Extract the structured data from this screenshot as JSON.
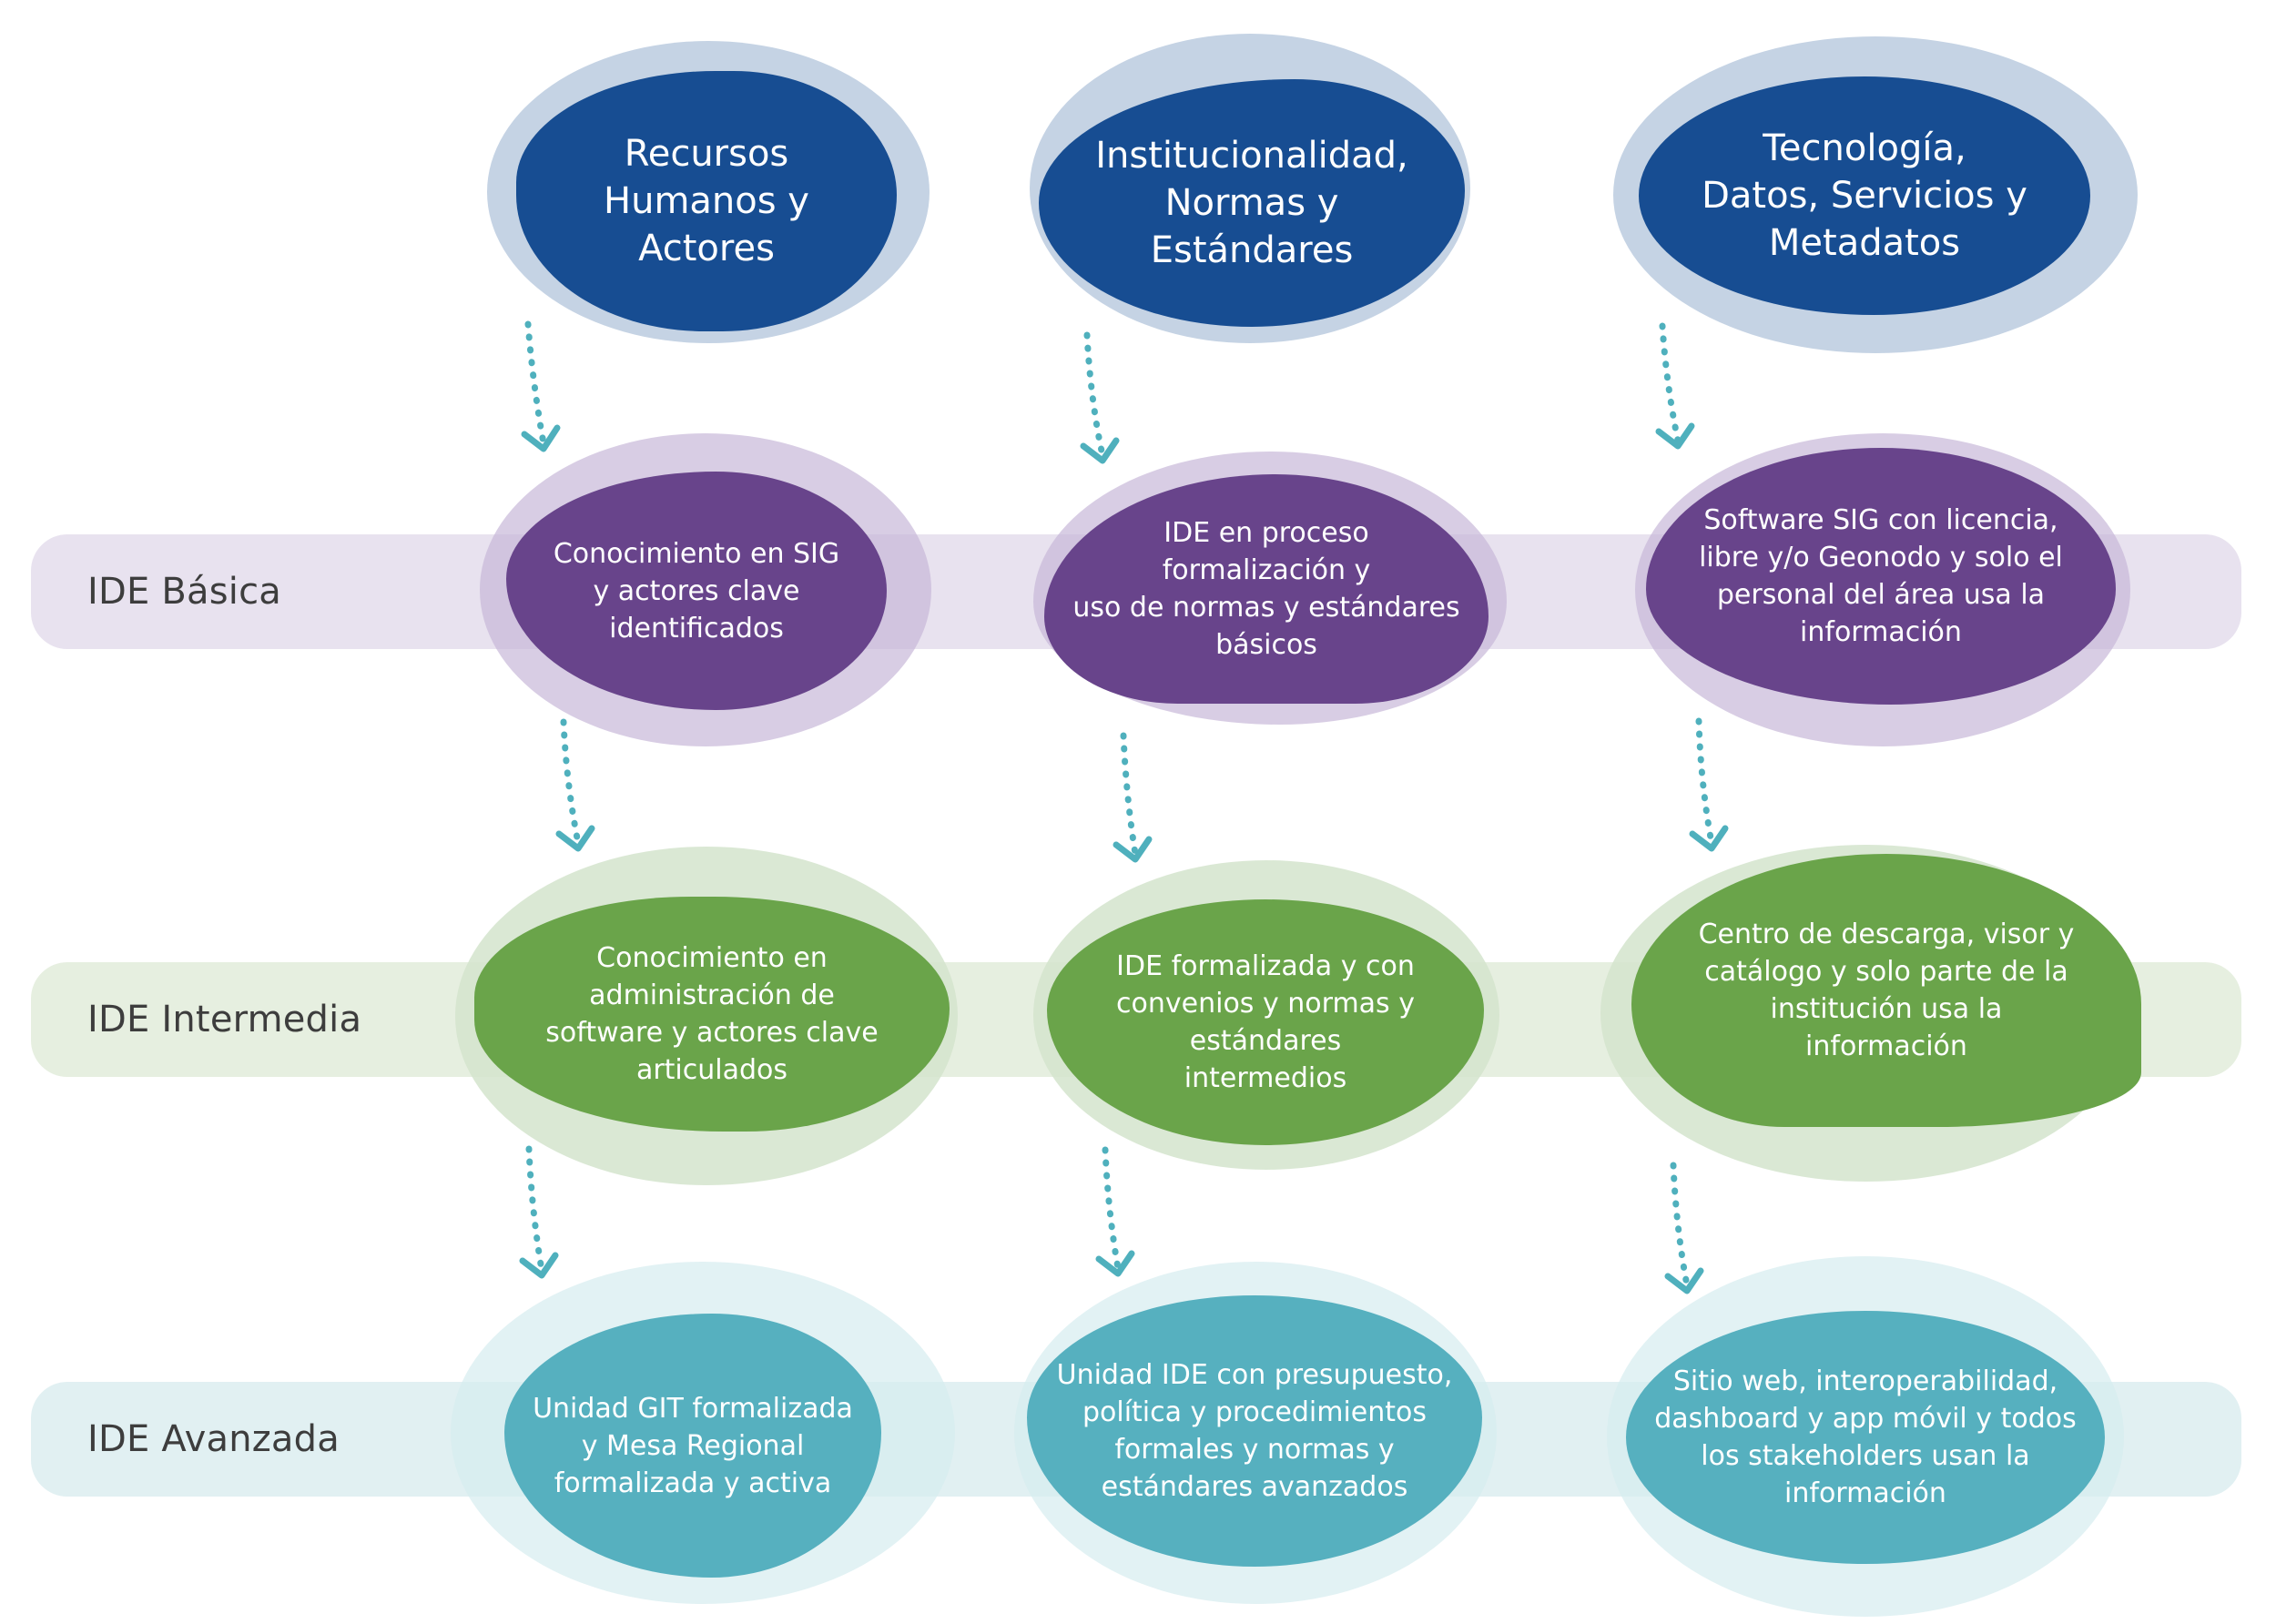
{
  "colors": {
    "header_fill": "#174d92",
    "header_halo": "#c5d3e4",
    "basica_fill": "#68448b",
    "basica_halo": "#ddd3e6",
    "basica_band": "#e8e2ef",
    "intermedia_fill": "#6aa44a",
    "intermedia_halo": "#dbe8d3",
    "intermedia_band": "#e6efe0",
    "avanzada_fill": "#56b0bf",
    "avanzada_halo": "#e6f3f5",
    "avanzada_band": "#e1f0f2",
    "arrow": "#4fb0bd",
    "label_text": "#3d3d3d"
  },
  "columns": [
    {
      "id": "recursos",
      "title": "Recursos\nHumanos y\nActores"
    },
    {
      "id": "institucionalidad",
      "title": "Institucionalidad,\nNormas y\nEstándares"
    },
    {
      "id": "tecnologia",
      "title": "Tecnología,\nDatos, Servicios y\nMetadatos"
    }
  ],
  "levels": [
    {
      "id": "basica",
      "label": "IDE Básica",
      "cells": [
        "Conocimiento en SIG\ny actores clave\nidentificados",
        "IDE en proceso\nformalización y\nuso de normas y estándares\nbásicos",
        "Software SIG con licencia,\nlibre y/o Geonodo y solo el\npersonal del área usa la\ninformación"
      ]
    },
    {
      "id": "intermedia",
      "label": "IDE Intermedia",
      "cells": [
        "Conocimiento en\nadministración de\nsoftware y actores clave\narticulados",
        "IDE formalizada y con\nconvenios y normas y\nestándares\nintermedios",
        "Centro de descarga, visor y\ncatálogo y solo parte de la\ninstitución usa la\ninformación"
      ]
    },
    {
      "id": "avanzada",
      "label": "IDE Avanzada",
      "cells": [
        "Unidad GIT formalizada\ny Mesa Regional\nformalizada y activa",
        "Unidad IDE con presupuesto,\npolítica y procedimientos\nformales y normas y\nestándares avanzados",
        "Sitio web, interoperabilidad,\ndashboard y app móvil y todos\nlos stakeholders usan la\ninformación"
      ]
    }
  ],
  "connectors": [
    {
      "icon": "dotted-arrow-down-icon",
      "from": "header",
      "to": "basica"
    },
    {
      "icon": "dotted-arrow-down-icon",
      "from": "basica",
      "to": "intermedia"
    },
    {
      "icon": "dotted-arrow-down-icon",
      "from": "intermedia",
      "to": "avanzada"
    }
  ]
}
